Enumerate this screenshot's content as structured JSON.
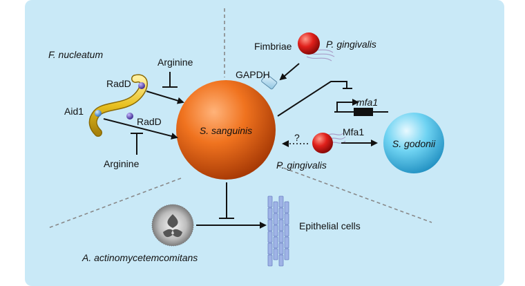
{
  "center_organism": "S. sanguinis",
  "interactions": {
    "f_nucleatum": {
      "organism": "F. nucleatum",
      "adhesin_top": "RadD",
      "adhesin_bottom": "RadD",
      "receptor": "Aid1",
      "inhibitor_top": "Arginine",
      "inhibitor_bottom": "Arginine"
    },
    "p_gingivalis_top": {
      "organism": "P. gingivalis",
      "adhesin": "Fimbriae",
      "receptor": "GAPDH"
    },
    "p_gingivalis_bottom": {
      "organism": "P. gingivalis",
      "unknown_mark": "?",
      "adhesin": "Mfa1",
      "gene": "mfa1",
      "partner": "S. godonii"
    },
    "a_actino": {
      "organism": "A. actinomycetemcomitans",
      "target": "Epithelial cells"
    }
  },
  "colors": {
    "background": "#c9e9f7",
    "center_sphere": "#e8621a",
    "p_gingivalis": "#e0201b",
    "s_godonii": "#4fc3ea",
    "f_nucleatum_rod": "#e8c020",
    "adhesin_dot": "#6a4fc0",
    "epithelial": "#9fb3e6"
  }
}
